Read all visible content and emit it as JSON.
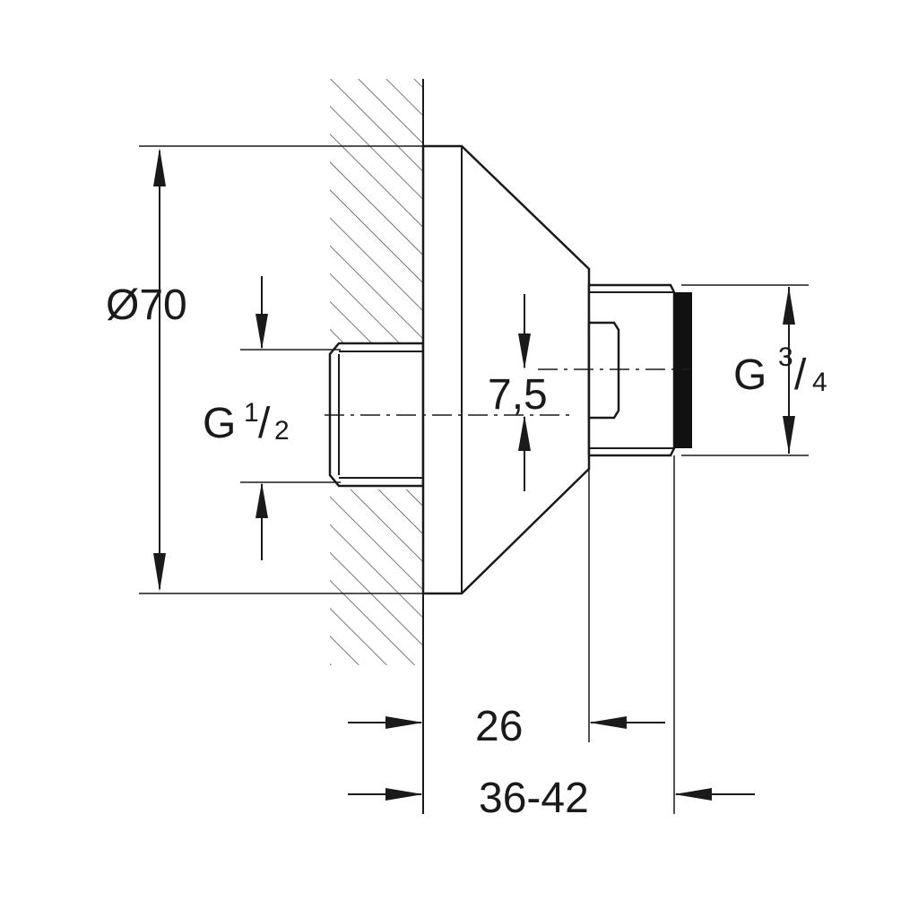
{
  "diagram": {
    "dimensions": {
      "diameter": "Ø70",
      "inlet_thread_base": "G",
      "inlet_thread_num": "1",
      "inlet_thread_den": "2",
      "outlet_thread_base": "G",
      "outlet_thread_num": "3",
      "outlet_thread_den": "4",
      "offset": "7,5",
      "depth": "26",
      "projection": "36-42"
    }
  }
}
